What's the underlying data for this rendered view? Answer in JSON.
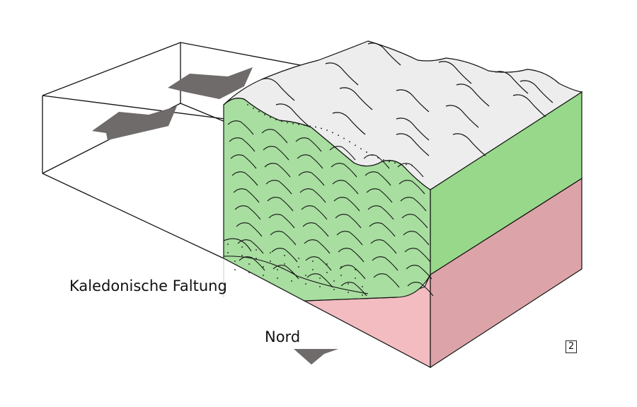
{
  "diagram": {
    "title": "Kaledonische Faltung",
    "direction_label": "Nord",
    "figure_number": "2",
    "colors": {
      "top_surface": "#ededed",
      "upper_layer": "#a8dea0",
      "upper_layer_side": "#98d88a",
      "lower_layer": "#f2bcc0",
      "lower_layer_side": "#dca4a8",
      "arrow": "#6f6b6a"
    }
  }
}
